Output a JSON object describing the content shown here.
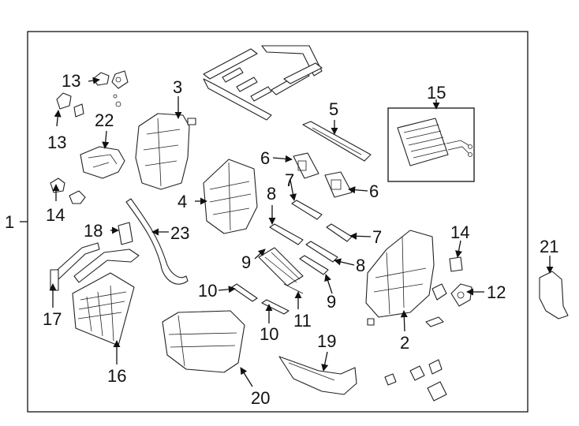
{
  "diagram": {
    "callouts": {
      "c1": "1",
      "c2": "2",
      "c3": "3",
      "c4": "4",
      "c5": "5",
      "c6a": "6",
      "c6b": "6",
      "c7a": "7",
      "c7b": "7",
      "c8a": "8",
      "c8b": "8",
      "c9a": "9",
      "c9b": "9",
      "c10a": "10",
      "c10b": "10",
      "c11": "11",
      "c12": "12",
      "c13a": "13",
      "c13b": "13",
      "c14a": "14",
      "c14b": "14",
      "c15": "15",
      "c16": "16",
      "c17": "17",
      "c18": "18",
      "c19": "19",
      "c20": "20",
      "c21": "21",
      "c22": "22",
      "c23": "23"
    },
    "colors": {
      "line": "#222222",
      "background": "#ffffff"
    }
  }
}
